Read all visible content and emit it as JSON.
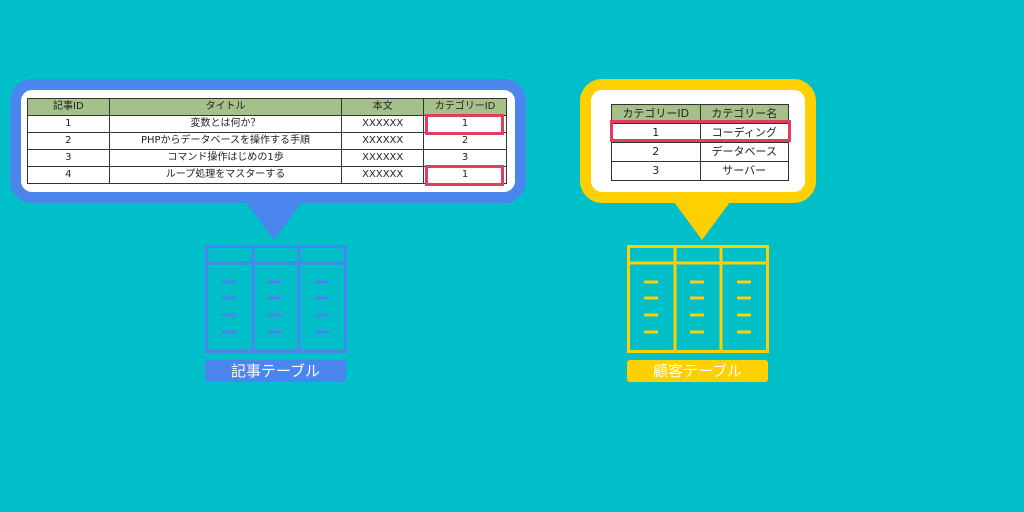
{
  "articles_table": {
    "headers": [
      "記事ID",
      "タイトル",
      "本文",
      "カテゴリーID"
    ],
    "rows": [
      [
        "1",
        "変数とは何か？",
        "XXXXXX",
        "1"
      ],
      [
        "2",
        "PHPからデータベースを操作する手順",
        "XXXXXX",
        "2"
      ],
      [
        "3",
        "コマンド操作はじめの1歩",
        "XXXXXX",
        "3"
      ],
      [
        "4",
        "ループ処理をマスターする",
        "XXXXXX",
        "1"
      ]
    ],
    "caption": "記事テーブル"
  },
  "categories_table": {
    "headers": [
      "カテゴリーID",
      "カテゴリー名"
    ],
    "rows": [
      [
        "1",
        "コーディング"
      ],
      [
        "2",
        "データベース"
      ],
      [
        "3",
        "サーバー"
      ]
    ],
    "caption": "顧客テーブル"
  },
  "colors": {
    "background": "#00bfc8",
    "left_accent": "#4b85ee",
    "right_accent": "#ffd000",
    "highlight": "#e23c5e",
    "header_fill": "#a6c08a"
  }
}
